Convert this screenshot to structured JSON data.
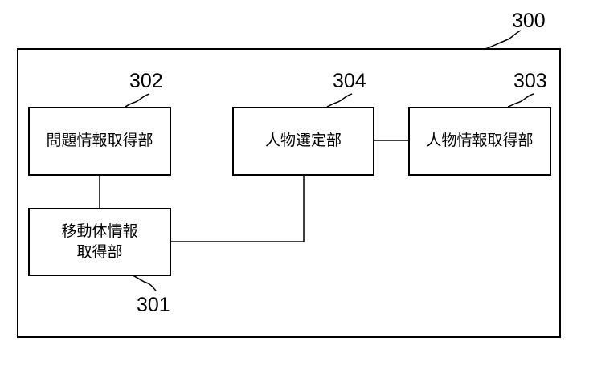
{
  "system": {
    "ref": "300"
  },
  "blocks": {
    "problem_info": {
      "ref": "302",
      "label": "問題情報取得部"
    },
    "person_select": {
      "ref": "304",
      "label": "人物選定部"
    },
    "person_info": {
      "ref": "303",
      "label": "人物情報取得部"
    },
    "mobile_info": {
      "ref": "301",
      "label_line1": "移動体情報",
      "label_line2": "取得部"
    }
  }
}
